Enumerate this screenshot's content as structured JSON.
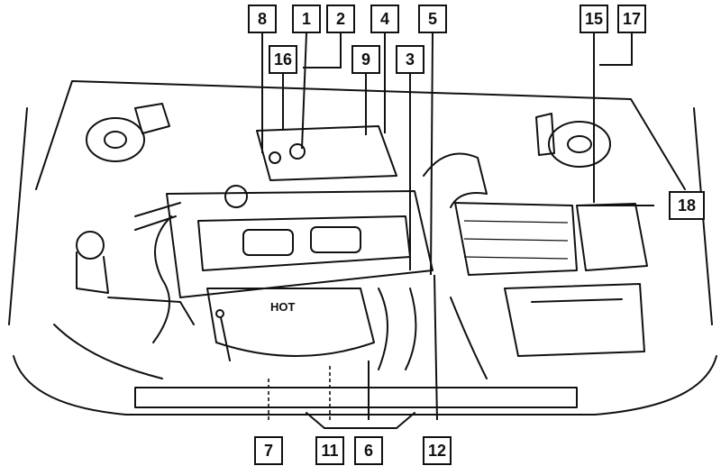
{
  "callouts": {
    "c8": "8",
    "c1": "1",
    "c2": "2",
    "c4": "4",
    "c5": "5",
    "c15": "15",
    "c17": "17",
    "c16": "16",
    "c9": "9",
    "c3": "3",
    "c18": "18",
    "c7": "7",
    "c11": "11",
    "c6": "6",
    "c12": "12"
  },
  "engine_label": "HOT"
}
